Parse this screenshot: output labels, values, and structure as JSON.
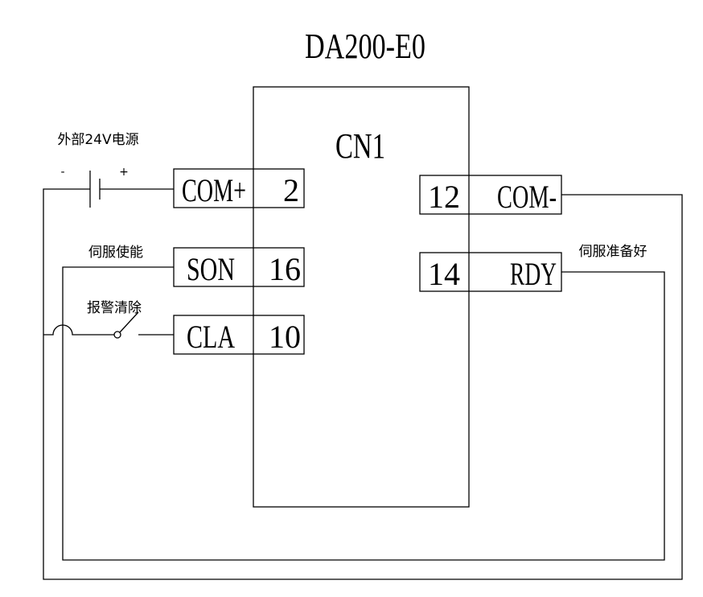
{
  "title": "DA200-E0",
  "connector": {
    "name": "CN1"
  },
  "left_terminals": [
    {
      "signal": "COM+",
      "pin": "2"
    },
    {
      "signal": "SON",
      "pin": "16"
    },
    {
      "signal": "CLA",
      "pin": "10"
    }
  ],
  "right_terminals": [
    {
      "pin": "12",
      "signal": "COM-"
    },
    {
      "pin": "14",
      "signal": "RDY"
    }
  ],
  "labels": {
    "power_supply": "外部24V电源",
    "minus": "-",
    "plus": "+",
    "servo_enable": "伺服使能",
    "alarm_clear": "报警清除",
    "servo_ready": "伺服准备好"
  }
}
